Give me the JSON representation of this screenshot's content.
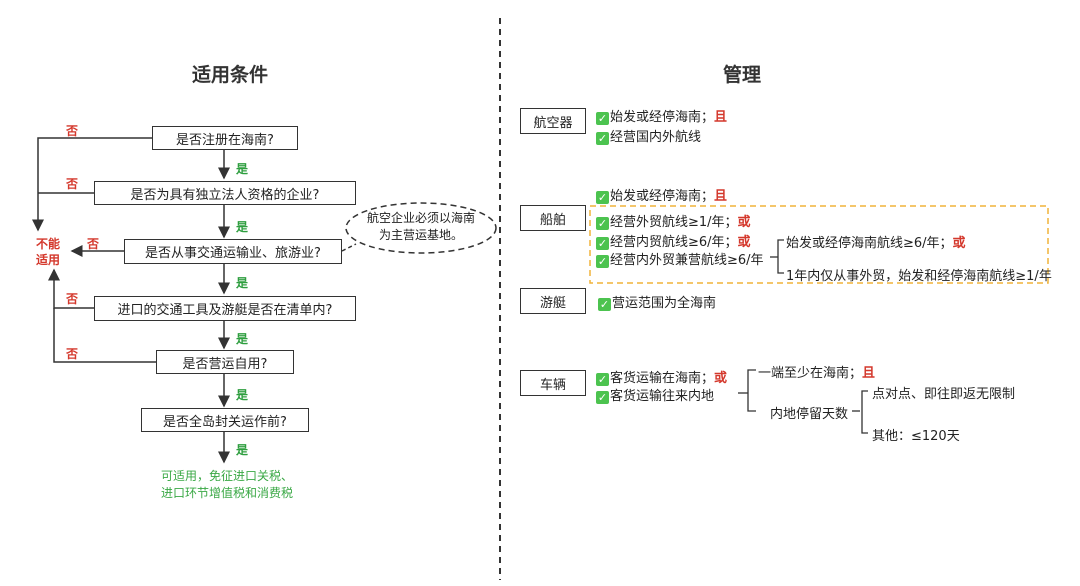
{
  "left": {
    "title": "适用条件",
    "questions": [
      "是否注册在海南?",
      "是否为具有独立法人资格的企业?",
      "是否从事交通运输业、旅游业?",
      "进口的交通工具及游艇是否在清单内?",
      "是否营运自用?",
      "是否全岛封关运作前?"
    ],
    "yes_label": "是",
    "no_label": "否",
    "not_applicable": [
      "不能",
      "适用"
    ],
    "note": [
      "航空企业必须以海南",
      "为主营运基地。"
    ],
    "result": [
      "可适用，免征进口关税、",
      "进口环节增值税和消费税"
    ]
  },
  "right": {
    "title": "管理",
    "categories": [
      "航空器",
      "船舶",
      "游艇",
      "车辆"
    ],
    "aircraft": {
      "line1": "始发或经停海南；",
      "line1_conj": "且",
      "line2": "经营国内外航线"
    },
    "ship": {
      "top": "始发或经停海南；",
      "top_conj": "且",
      "opt1": "经营外贸航线≥1/年；",
      "opt1_conj": "或",
      "opt2": "经营内贸航线≥6/年；",
      "opt2_conj": "或",
      "opt3": "经营内外贸兼营航线≥6/年",
      "sub1": "始发或经停海南航线≥6/年；",
      "sub1_conj": "或",
      "sub2": "1年内仅从事外贸，始发和经停海南航线≥1/年"
    },
    "yacht": {
      "line1": "营运范围为全海南"
    },
    "vehicle": {
      "line1": "客货运输在海南；",
      "line1_conj": "或",
      "line2": "客货运输往来内地",
      "branch1": "一端至少在海南；",
      "branch1_conj": "且",
      "branch2": "内地停留天数",
      "leaf1": "点对点、即往即返无限制",
      "leaf2": "其他：≤120天"
    }
  },
  "colors": {
    "yes": "#2e9e3f",
    "no": "#d4382c",
    "check": "#4cc34f",
    "dashed_box": "#f0b43a"
  }
}
